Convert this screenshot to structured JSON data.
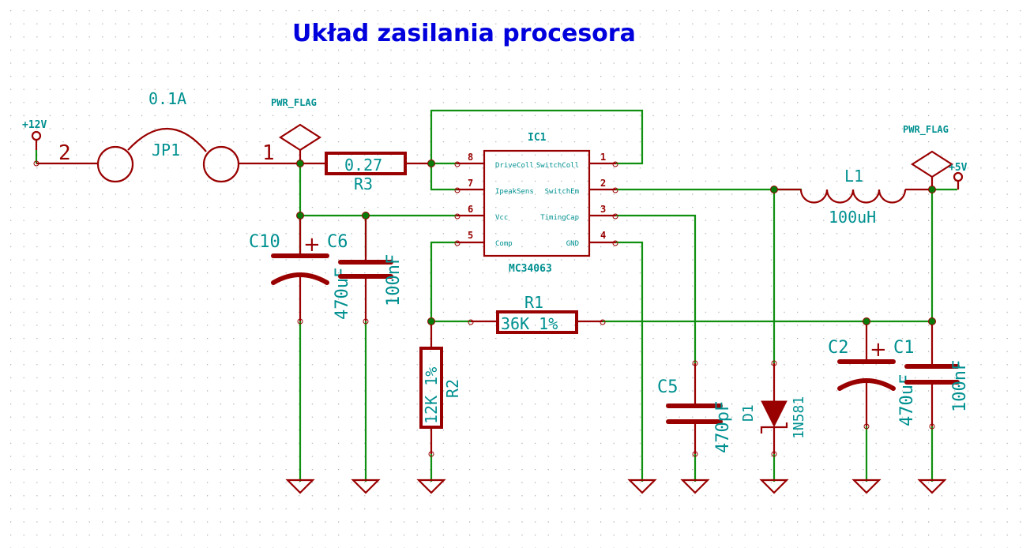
{
  "title": "Układ zasilania procesora",
  "colors": {
    "wire": "#109010",
    "component": "#990000",
    "label": "#009090",
    "title": "#0000dd",
    "grid": "#a0a0a0"
  },
  "power": {
    "vin": "+12V",
    "vout": "+5V",
    "pwr_flag_left": "PWR_FLAG",
    "pwr_flag_right": "PWR_FLAG"
  },
  "jp1": {
    "ref": "JP1",
    "value": "0.1A",
    "pin_left": "2",
    "pin_right": "1"
  },
  "r3": {
    "ref": "R3",
    "value": "0.27"
  },
  "r1": {
    "ref": "R1",
    "value": "36K 1%"
  },
  "r2": {
    "ref": "R2",
    "value": "12K 1%"
  },
  "c10": {
    "ref": "C10",
    "value": "470uF"
  },
  "c6": {
    "ref": "C6",
    "value": "100nF"
  },
  "c5": {
    "ref": "C5",
    "value": "470pF"
  },
  "c2": {
    "ref": "C2",
    "value": "470uF"
  },
  "c1": {
    "ref": "C1",
    "value": "100nF"
  },
  "l1": {
    "ref": "L1",
    "value": "100uH"
  },
  "d1": {
    "ref": "D1",
    "value": "1N581"
  },
  "plus_sign": "+",
  "ic1": {
    "ref": "IC1",
    "value": "MC34063",
    "pins_left": [
      {
        "num": "8",
        "name": "DriveColl"
      },
      {
        "num": "7",
        "name": "IpeakSens"
      },
      {
        "num": "6",
        "name": "Vcc"
      },
      {
        "num": "5",
        "name": "Comp"
      }
    ],
    "pins_right": [
      {
        "num": "1",
        "name": "SwitchColl"
      },
      {
        "num": "2",
        "name": "SwitchEm"
      },
      {
        "num": "3",
        "name": "TimingCap"
      },
      {
        "num": "4",
        "name": "GND"
      }
    ]
  }
}
